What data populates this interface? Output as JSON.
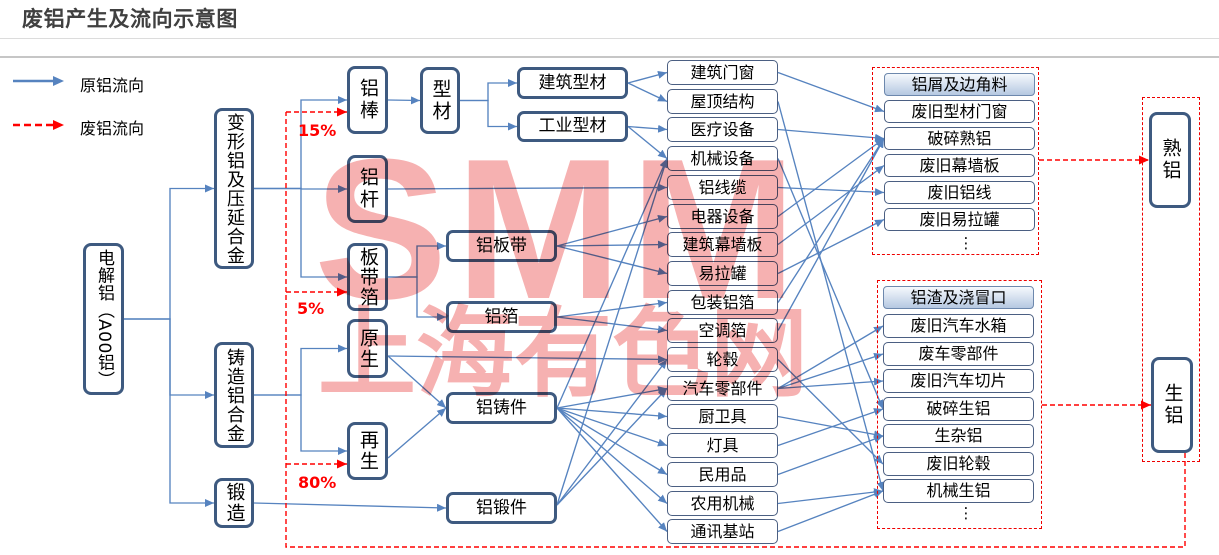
{
  "title": "废铝产生及流向示意图",
  "legend": [
    {
      "label": "原铝流向",
      "icon": "blue-solid-arrow-icon"
    },
    {
      "label": "废铝流向",
      "icon": "red-dashed-arrow-icon"
    }
  ],
  "colors": {
    "primary_flow": "#5683bf",
    "scrap_flow": "#ff0000",
    "box_border": "#3e5a80",
    "header_top": "#f6f9fd",
    "header_bottom": "#b5c8e1",
    "share_text": "#ff0000",
    "watermark": "#f6b1b1",
    "title": "#404040"
  },
  "watermark": {
    "logo": "SMM",
    "text": "上海有色网"
  },
  "nodes": [
    {
      "id": "electrolytic",
      "label": "电解铝（A00铝）",
      "stage": "source"
    },
    {
      "id": "wrought",
      "label": "变形铝及压延合金",
      "stage": "alloy"
    },
    {
      "id": "casting-alloy",
      "label": "铸造铝合金",
      "stage": "alloy"
    },
    {
      "id": "forging",
      "label": "锻造",
      "stage": "alloy"
    },
    {
      "id": "rod",
      "label": "铝棒",
      "stage": "semi"
    },
    {
      "id": "wire-rod",
      "label": "铝杆",
      "stage": "semi"
    },
    {
      "id": "sheet-foil",
      "label": "板带箔",
      "stage": "semi"
    },
    {
      "id": "primary",
      "label": "原生",
      "stage": "semi"
    },
    {
      "id": "secondary",
      "label": "再生",
      "stage": "semi"
    },
    {
      "id": "profile",
      "label": "型材",
      "stage": "semi"
    },
    {
      "id": "building-profile",
      "label": "建筑型材",
      "stage": "product"
    },
    {
      "id": "industrial-profile",
      "label": "工业型材",
      "stage": "product"
    },
    {
      "id": "sheet-strip",
      "label": "铝板带",
      "stage": "product"
    },
    {
      "id": "foil",
      "label": "铝箔",
      "stage": "product"
    },
    {
      "id": "castings",
      "label": "铝铸件",
      "stage": "product"
    },
    {
      "id": "forgings",
      "label": "铝锻件",
      "stage": "product"
    },
    {
      "id": "doors-windows",
      "label": "建筑门窗",
      "stage": "end-use"
    },
    {
      "id": "roof-structure",
      "label": "屋顶结构",
      "stage": "end-use"
    },
    {
      "id": "medical-equipment",
      "label": "医疗设备",
      "stage": "end-use"
    },
    {
      "id": "machinery",
      "label": "机械设备",
      "stage": "end-use"
    },
    {
      "id": "cables",
      "label": "铝线缆",
      "stage": "end-use"
    },
    {
      "id": "appliances",
      "label": "电器设备",
      "stage": "end-use"
    },
    {
      "id": "curtain-wall",
      "label": "建筑幕墙板",
      "stage": "end-use"
    },
    {
      "id": "cans",
      "label": "易拉罐",
      "stage": "end-use"
    },
    {
      "id": "packaging-foil",
      "label": "包装铝箔",
      "stage": "end-use"
    },
    {
      "id": "ac-foil",
      "label": "空调箔",
      "stage": "end-use"
    },
    {
      "id": "wheels",
      "label": "轮毂",
      "stage": "end-use"
    },
    {
      "id": "auto-parts",
      "label": "汽车零部件",
      "stage": "end-use"
    },
    {
      "id": "kitchen-bath",
      "label": "厨卫具",
      "stage": "end-use"
    },
    {
      "id": "lamps",
      "label": "灯具",
      "stage": "end-use"
    },
    {
      "id": "household",
      "label": "民用品",
      "stage": "end-use"
    },
    {
      "id": "farm-machinery",
      "label": "农用机械",
      "stage": "end-use"
    },
    {
      "id": "telecom-station",
      "label": "通讯基站",
      "stage": "end-use"
    },
    {
      "id": "old-profile-windows",
      "label": "废旧型材门窗",
      "stage": "scrap"
    },
    {
      "id": "shredded-wrought",
      "label": "破碎熟铝",
      "stage": "scrap"
    },
    {
      "id": "old-curtain-wall",
      "label": "废旧幕墙板",
      "stage": "scrap"
    },
    {
      "id": "old-al-wire",
      "label": "废旧铝线",
      "stage": "scrap"
    },
    {
      "id": "old-cans",
      "label": "废旧易拉罐",
      "stage": "scrap"
    },
    {
      "id": "old-radiators",
      "label": "废旧汽车水箱",
      "stage": "scrap"
    },
    {
      "id": "scrap-auto-parts",
      "label": "废车零部件",
      "stage": "scrap"
    },
    {
      "id": "auto-shred",
      "label": "废旧汽车切片",
      "stage": "scrap"
    },
    {
      "id": "shredded-cast",
      "label": "破碎生铝",
      "stage": "scrap"
    },
    {
      "id": "mixed-cast",
      "label": "生杂铝",
      "stage": "scrap"
    },
    {
      "id": "old-wheels",
      "label": "废旧轮毂",
      "stage": "scrap"
    },
    {
      "id": "machinery-cast",
      "label": "机械生铝",
      "stage": "scrap"
    },
    {
      "id": "wrought-scrap",
      "label": "熟铝",
      "stage": "scrap-class"
    },
    {
      "id": "cast-scrap",
      "label": "生铝",
      "stage": "scrap-class"
    }
  ],
  "scrap_groups": [
    {
      "id": "turnings-group",
      "header": "铝屑及边角料",
      "items": [
        "old-profile-windows",
        "shredded-wrought",
        "old-curtain-wall",
        "old-al-wire",
        "old-cans"
      ],
      "more": "⋮"
    },
    {
      "id": "dross-group",
      "header": "铝渣及浇冒口",
      "items": [
        "old-radiators",
        "scrap-auto-parts",
        "auto-shred",
        "shredded-cast",
        "mixed-cast",
        "old-wheels",
        "machinery-cast"
      ],
      "more": "⋮"
    }
  ],
  "flows": {
    "primary": [
      [
        "electrolytic",
        "wrought"
      ],
      [
        "electrolytic",
        "casting-alloy"
      ],
      [
        "electrolytic",
        "forging"
      ],
      [
        "wrought",
        "rod"
      ],
      [
        "wrought",
        "wire-rod"
      ],
      [
        "wrought",
        "sheet-foil"
      ],
      [
        "casting-alloy",
        "primary"
      ],
      [
        "casting-alloy",
        "secondary"
      ],
      [
        "forging",
        "forgings"
      ],
      [
        "rod",
        "profile"
      ],
      [
        "profile",
        "building-profile"
      ],
      [
        "profile",
        "industrial-profile"
      ],
      [
        "sheet-foil",
        "sheet-strip"
      ],
      [
        "sheet-foil",
        "foil"
      ],
      [
        "wire-rod",
        "cables"
      ],
      [
        "primary",
        "wheels"
      ],
      [
        "primary",
        "castings"
      ],
      [
        "secondary",
        "castings"
      ],
      [
        "building-profile",
        "doors-windows"
      ],
      [
        "building-profile",
        "roof-structure"
      ],
      [
        "industrial-profile",
        "medical-equipment"
      ],
      [
        "industrial-profile",
        "machinery"
      ],
      [
        "sheet-strip",
        "appliances"
      ],
      [
        "sheet-strip",
        "curtain-wall"
      ],
      [
        "sheet-strip",
        "cans"
      ],
      [
        "foil",
        "packaging-foil"
      ],
      [
        "foil",
        "ac-foil"
      ],
      [
        "castings",
        "machinery"
      ],
      [
        "castings",
        "auto-parts"
      ],
      [
        "castings",
        "kitchen-bath"
      ],
      [
        "castings",
        "lamps"
      ],
      [
        "castings",
        "household"
      ],
      [
        "castings",
        "farm-machinery"
      ],
      [
        "castings",
        "telecom-station"
      ],
      [
        "forgings",
        "machinery"
      ],
      [
        "forgings",
        "wheels"
      ],
      [
        "forgings",
        "auto-parts"
      ],
      [
        "doors-windows",
        "old-profile-windows"
      ],
      [
        "roof-structure",
        "machinery-cast"
      ],
      [
        "medical-equipment",
        "shredded-wrought"
      ],
      [
        "machinery",
        "shredded-cast"
      ],
      [
        "cables",
        "old-al-wire"
      ],
      [
        "appliances",
        "shredded-wrought"
      ],
      [
        "curtain-wall",
        "old-curtain-wall"
      ],
      [
        "cans",
        "old-cans"
      ],
      [
        "packaging-foil",
        "shredded-wrought"
      ],
      [
        "ac-foil",
        "shredded-wrought"
      ],
      [
        "wheels",
        "old-wheels"
      ],
      [
        "auto-parts",
        "old-radiators"
      ],
      [
        "auto-parts",
        "scrap-auto-parts"
      ],
      [
        "auto-parts",
        "auto-shred"
      ],
      [
        "kitchen-bath",
        "mixed-cast"
      ],
      [
        "lamps",
        "shredded-cast"
      ],
      [
        "household",
        "mixed-cast"
      ],
      [
        "farm-machinery",
        "machinery-cast"
      ],
      [
        "telecom-station",
        "machinery-cast"
      ]
    ],
    "scrap": [
      [
        "turnings-group",
        "wrought-scrap"
      ],
      [
        "dross-group",
        "cast-scrap"
      ]
    ]
  },
  "scrap_return": {
    "from": "cast-scrap",
    "shares": [
      {
        "to": "rod",
        "label": "15%"
      },
      {
        "to": "sheet-foil",
        "label": "5%"
      },
      {
        "to": "secondary",
        "label": "80%"
      }
    ]
  }
}
